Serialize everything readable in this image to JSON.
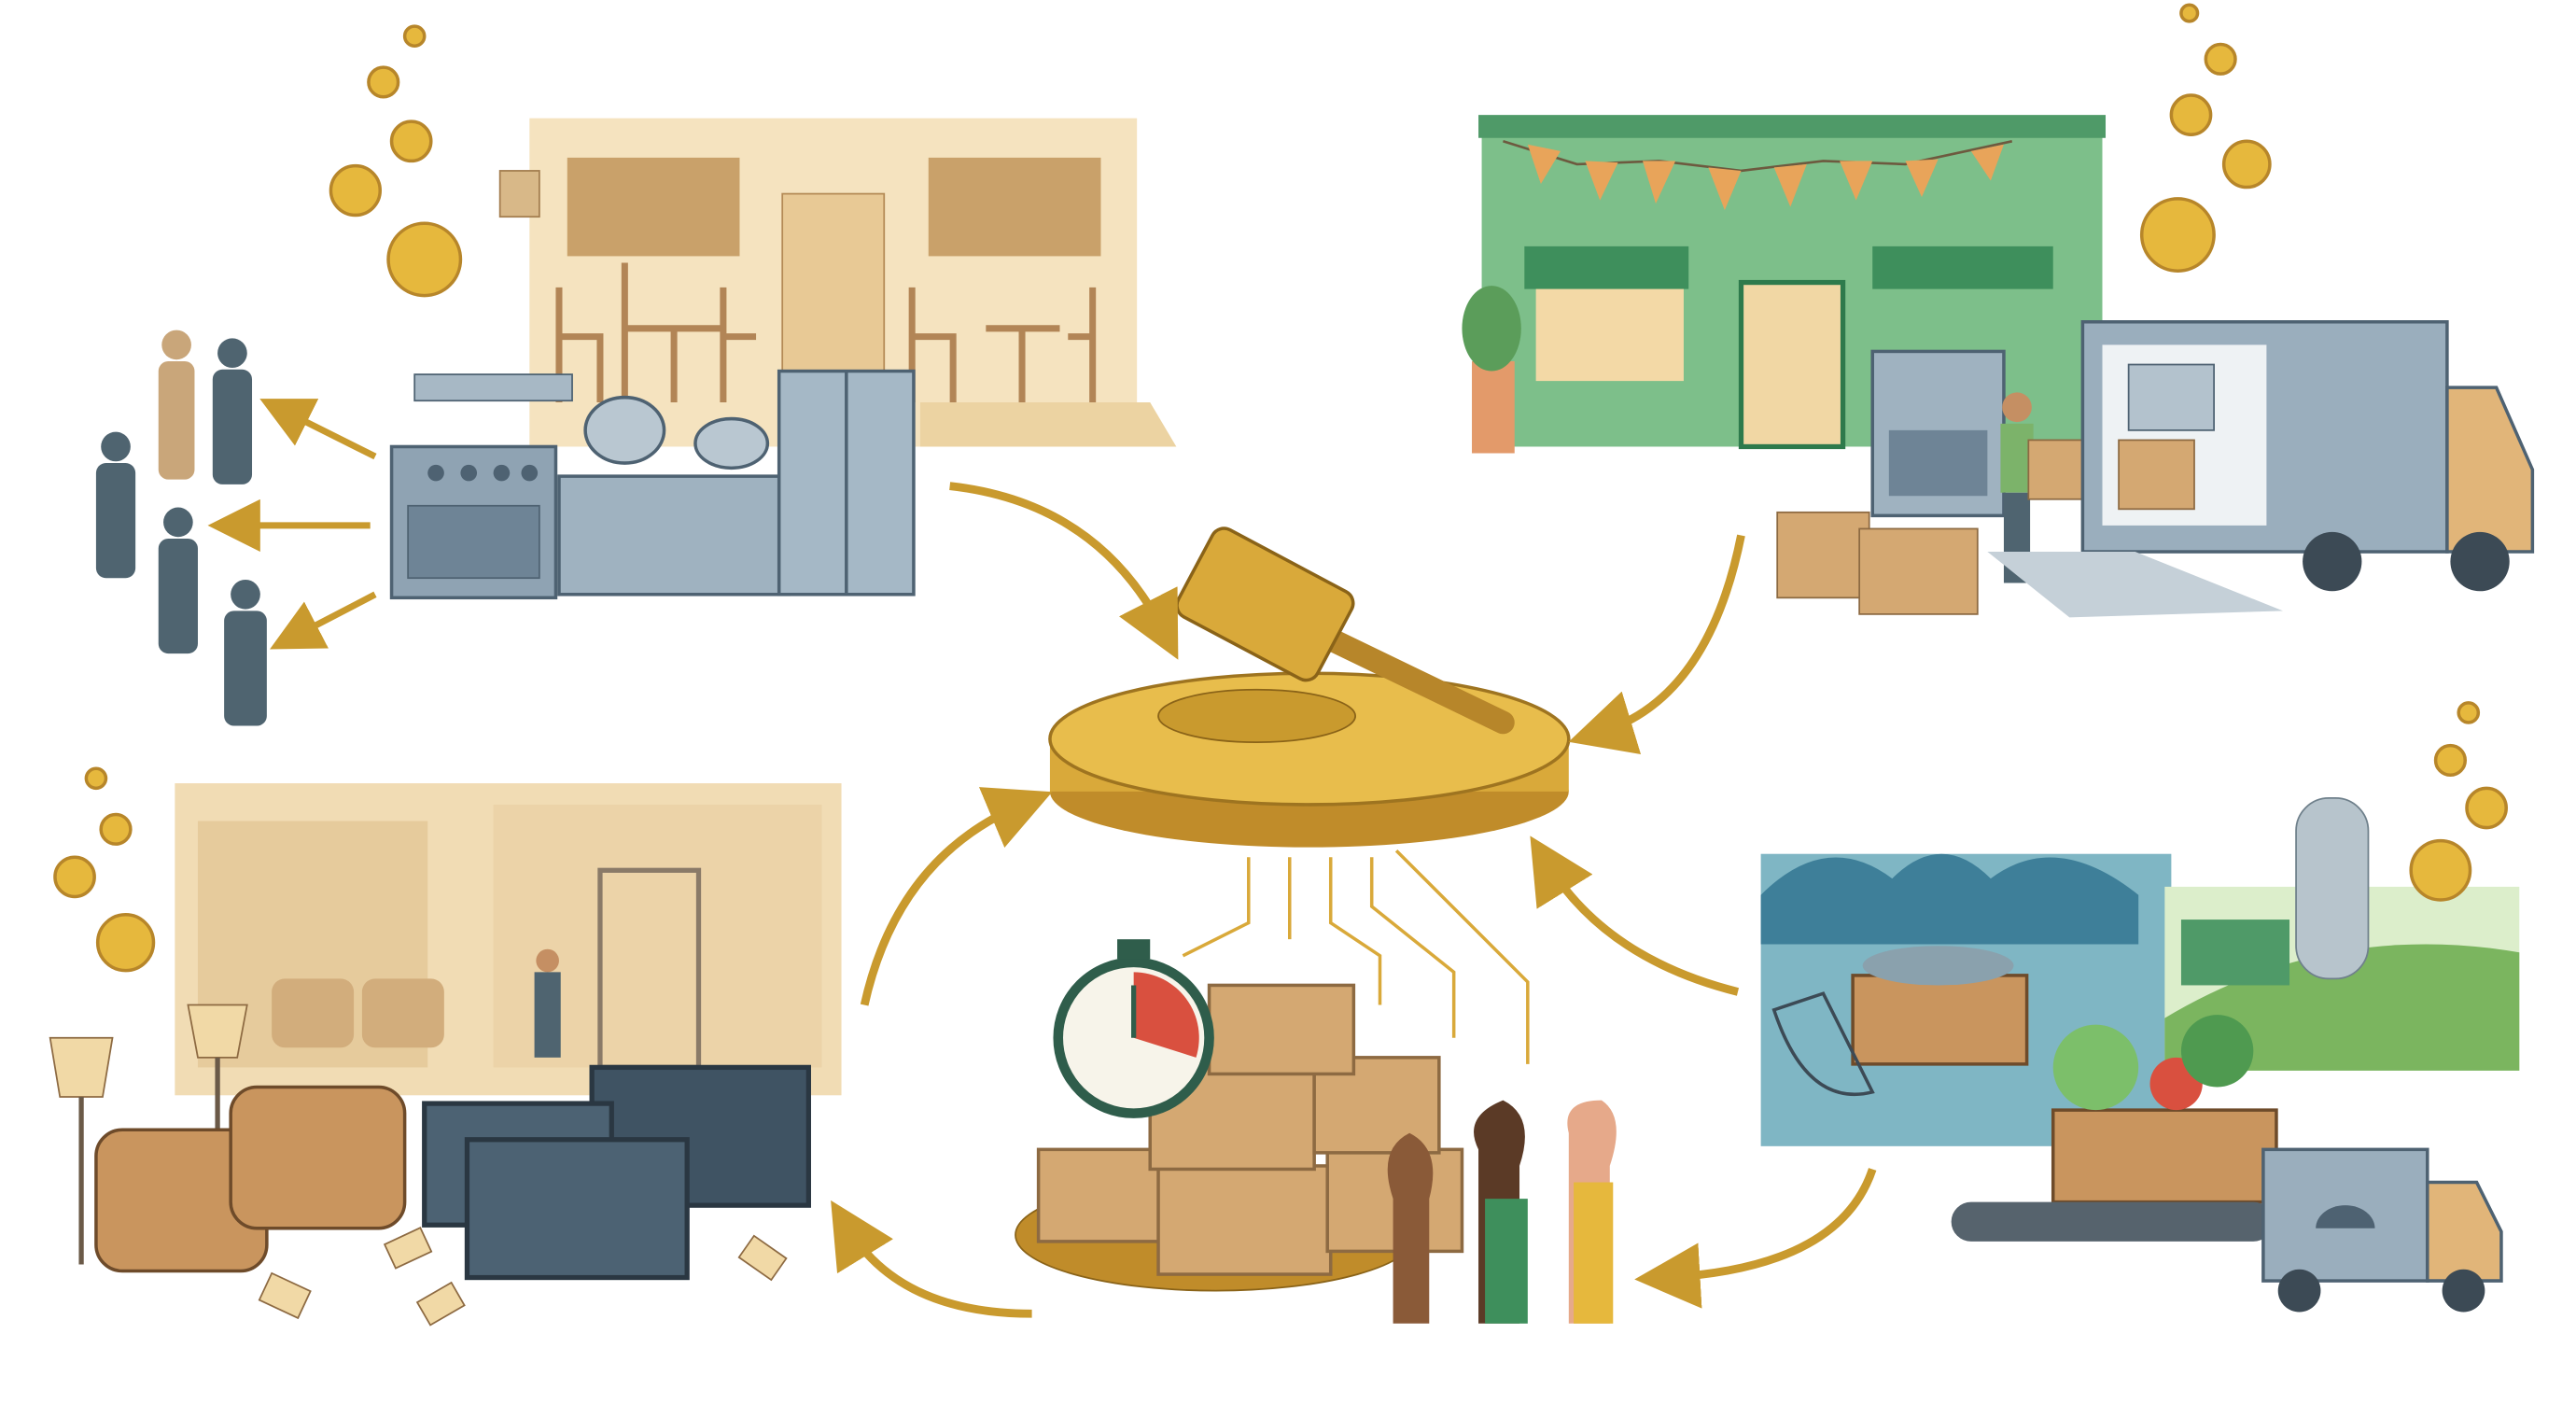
{
  "colors": {
    "background": "#ffffff",
    "gold": "#d9a93a",
    "gold_dark": "#b7862a",
    "arrow": "#c99a2e",
    "beige": "#f3dfb8",
    "steel": "#8fa3b3",
    "steel_dark": "#4e6272",
    "store_green": "#7dbf8a",
    "box": "#d4a872",
    "sea": "#7fb6c4",
    "field": "#7bb55f",
    "people": "#4f6470"
  },
  "scenes": [
    {
      "id": "restaurant-kitchen",
      "icon": "kitchen-equipment-icon"
    },
    {
      "id": "store-delivery",
      "icon": "delivery-truck-icon"
    },
    {
      "id": "furniture-electronics",
      "icon": "furniture-icon"
    },
    {
      "id": "seafood-produce",
      "icon": "farm-icon"
    },
    {
      "id": "auction-center",
      "icon": "gavel-icon"
    },
    {
      "id": "bidding-lots",
      "icon": "stopwatch-icon"
    }
  ]
}
